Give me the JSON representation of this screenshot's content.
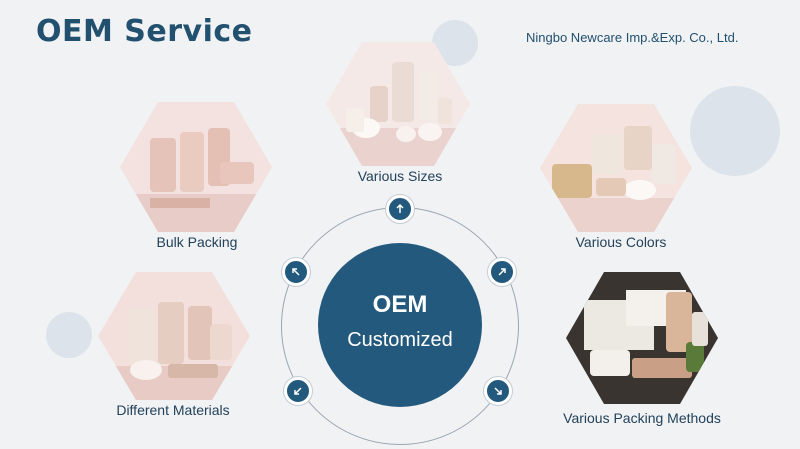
{
  "header": {
    "title": "OEM Service",
    "company": "Ningbo Newcare Imp.&Exp. Co., Ltd."
  },
  "center": {
    "line1": "OEM",
    "line2": "Customized"
  },
  "items": [
    {
      "label": "Various Sizes",
      "image": "bandage-rolls-sizes-image"
    },
    {
      "label": "Bulk Packing",
      "image": "bandage-rolls-bulk-image"
    },
    {
      "label": "Various Colors",
      "image": "bandage-rolls-colors-image"
    },
    {
      "label": "Different Materials",
      "image": "bandage-rolls-materials-image"
    },
    {
      "label": "Various Packing Methods",
      "image": "bandage-packs-image"
    }
  ],
  "colors": {
    "brand": "#22506f",
    "accent": "#23597c",
    "background": "#f1f2f4"
  }
}
